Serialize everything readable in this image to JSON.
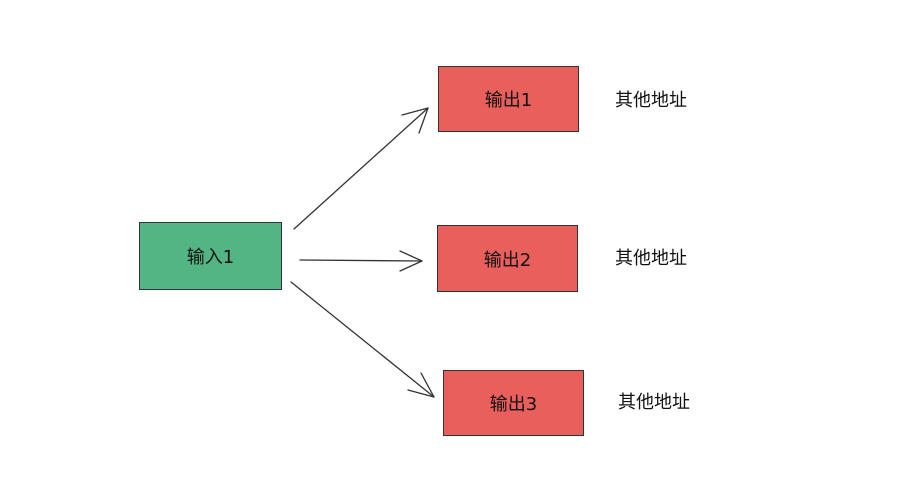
{
  "colors": {
    "input_fill": "#52b583",
    "output_fill": "#e85f5b",
    "border": "#333333",
    "arrow": "#333333"
  },
  "input_node": {
    "label": "输入1"
  },
  "output_nodes": [
    {
      "label": "输出1",
      "note": "其他地址"
    },
    {
      "label": "输出2",
      "note": "其他地址"
    },
    {
      "label": "输出3",
      "note": "其他地址"
    }
  ],
  "edges": [
    {
      "from": "输入1",
      "to": "输出1"
    },
    {
      "from": "输入1",
      "to": "输出2"
    },
    {
      "from": "输入1",
      "to": "输出3"
    }
  ]
}
